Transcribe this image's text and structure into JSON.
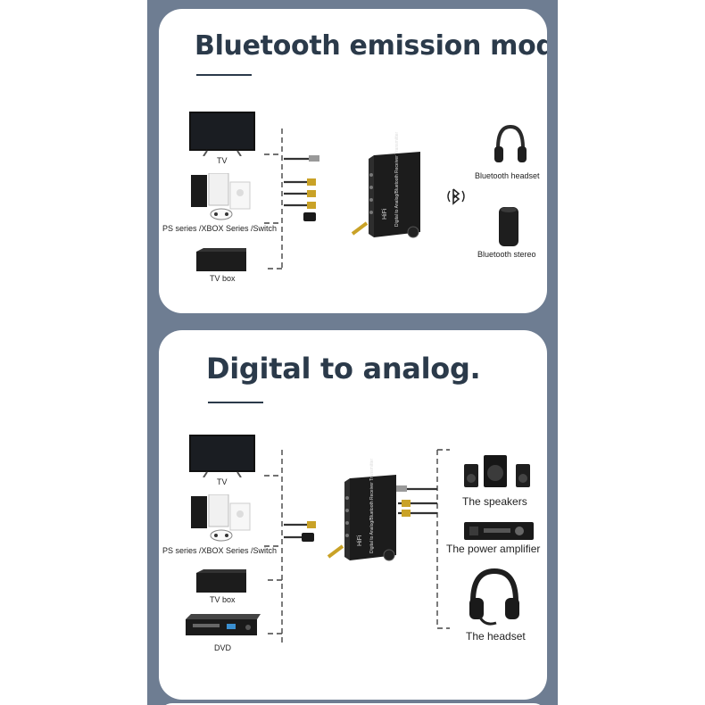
{
  "panels": [
    {
      "title": "Bluetooth emission mode.",
      "sources": [
        "TV",
        "PS series /XBOX Series /Switch",
        "TV box"
      ],
      "outputs": [
        "Bluetooth headset",
        "Bluetooth stereo"
      ],
      "device_labels": {
        "brand": "HiFi",
        "model": "Digital to Analog/Bluetooth Receiver Transmitter"
      },
      "icons": [
        "tv-icon",
        "console-icon",
        "tv-box-icon",
        "device-icon",
        "bluetooth-icon",
        "headphones-icon",
        "speaker-icon"
      ]
    },
    {
      "title": "Digital to analog.",
      "sources": [
        "TV",
        "PS series /XBOX Series /Switch",
        "TV box",
        "DVD"
      ],
      "outputs": [
        "The speakers",
        "The power amplifier",
        "The headset"
      ],
      "device_labels": {
        "brand": "HiFi",
        "model": "Digital to Analog/Bluetooth Receiver Transmitter"
      },
      "icons": [
        "tv-icon",
        "console-icon",
        "tv-box-icon",
        "dvd-icon",
        "device-icon",
        "speakers-icon",
        "amplifier-icon",
        "headset-icon"
      ]
    }
  ],
  "colors": {
    "background_strip": "#6e7d92",
    "title": "#2b3a4a",
    "device": "#1c1c1c"
  }
}
